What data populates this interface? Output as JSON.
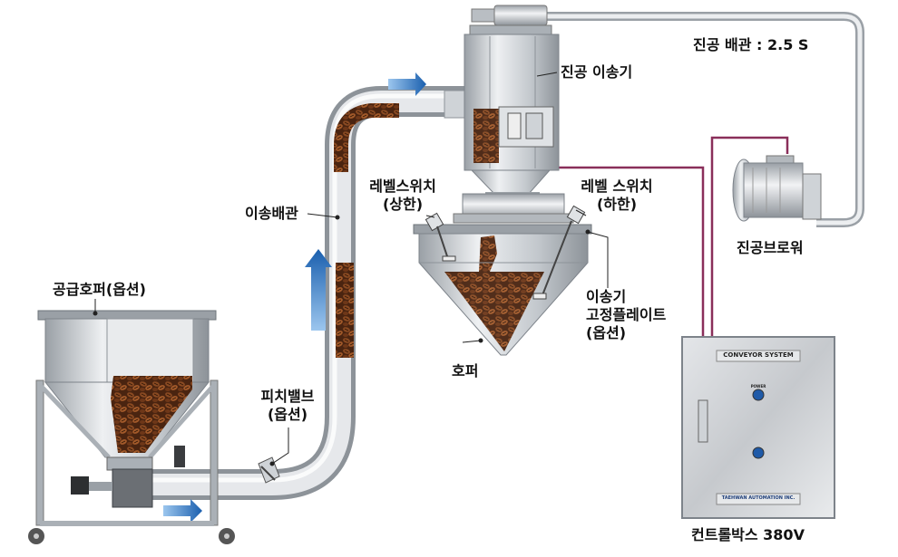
{
  "labels": {
    "vacuum_pipe": "진공 배관 : 2.5 S",
    "vacuum_conveyor": "진공 이송기",
    "level_switch_upper_1": "레벨스위치",
    "level_switch_upper_2": "(상한)",
    "level_switch_lower_1": "레벨 스위치",
    "level_switch_lower_2": "(하한)",
    "transfer_pipe": "이송배관",
    "vacuum_blower": "진공브로워",
    "supply_hopper": "공급호퍼(옵션)",
    "fixing_plate_1": "이송기",
    "fixing_plate_2": "고정플레이트",
    "fixing_plate_3": "(옵션)",
    "hopper": "호퍼",
    "pinch_valve_1": "피치밸브",
    "pinch_valve_2": "(옵션)",
    "control_box": "컨트롤박스 380V"
  },
  "control_box_panel": {
    "name_plate": "CONVEYOR SYSTEM",
    "maker_plate": "TAEHWAN AUTOMATION INC.",
    "power_label": "POWER"
  },
  "colors": {
    "arrow_blue": "#1f6fc0",
    "signal_cable": "#8a2f5a",
    "coffee": "#6b3a1f",
    "steel": "#c9cdd2"
  }
}
